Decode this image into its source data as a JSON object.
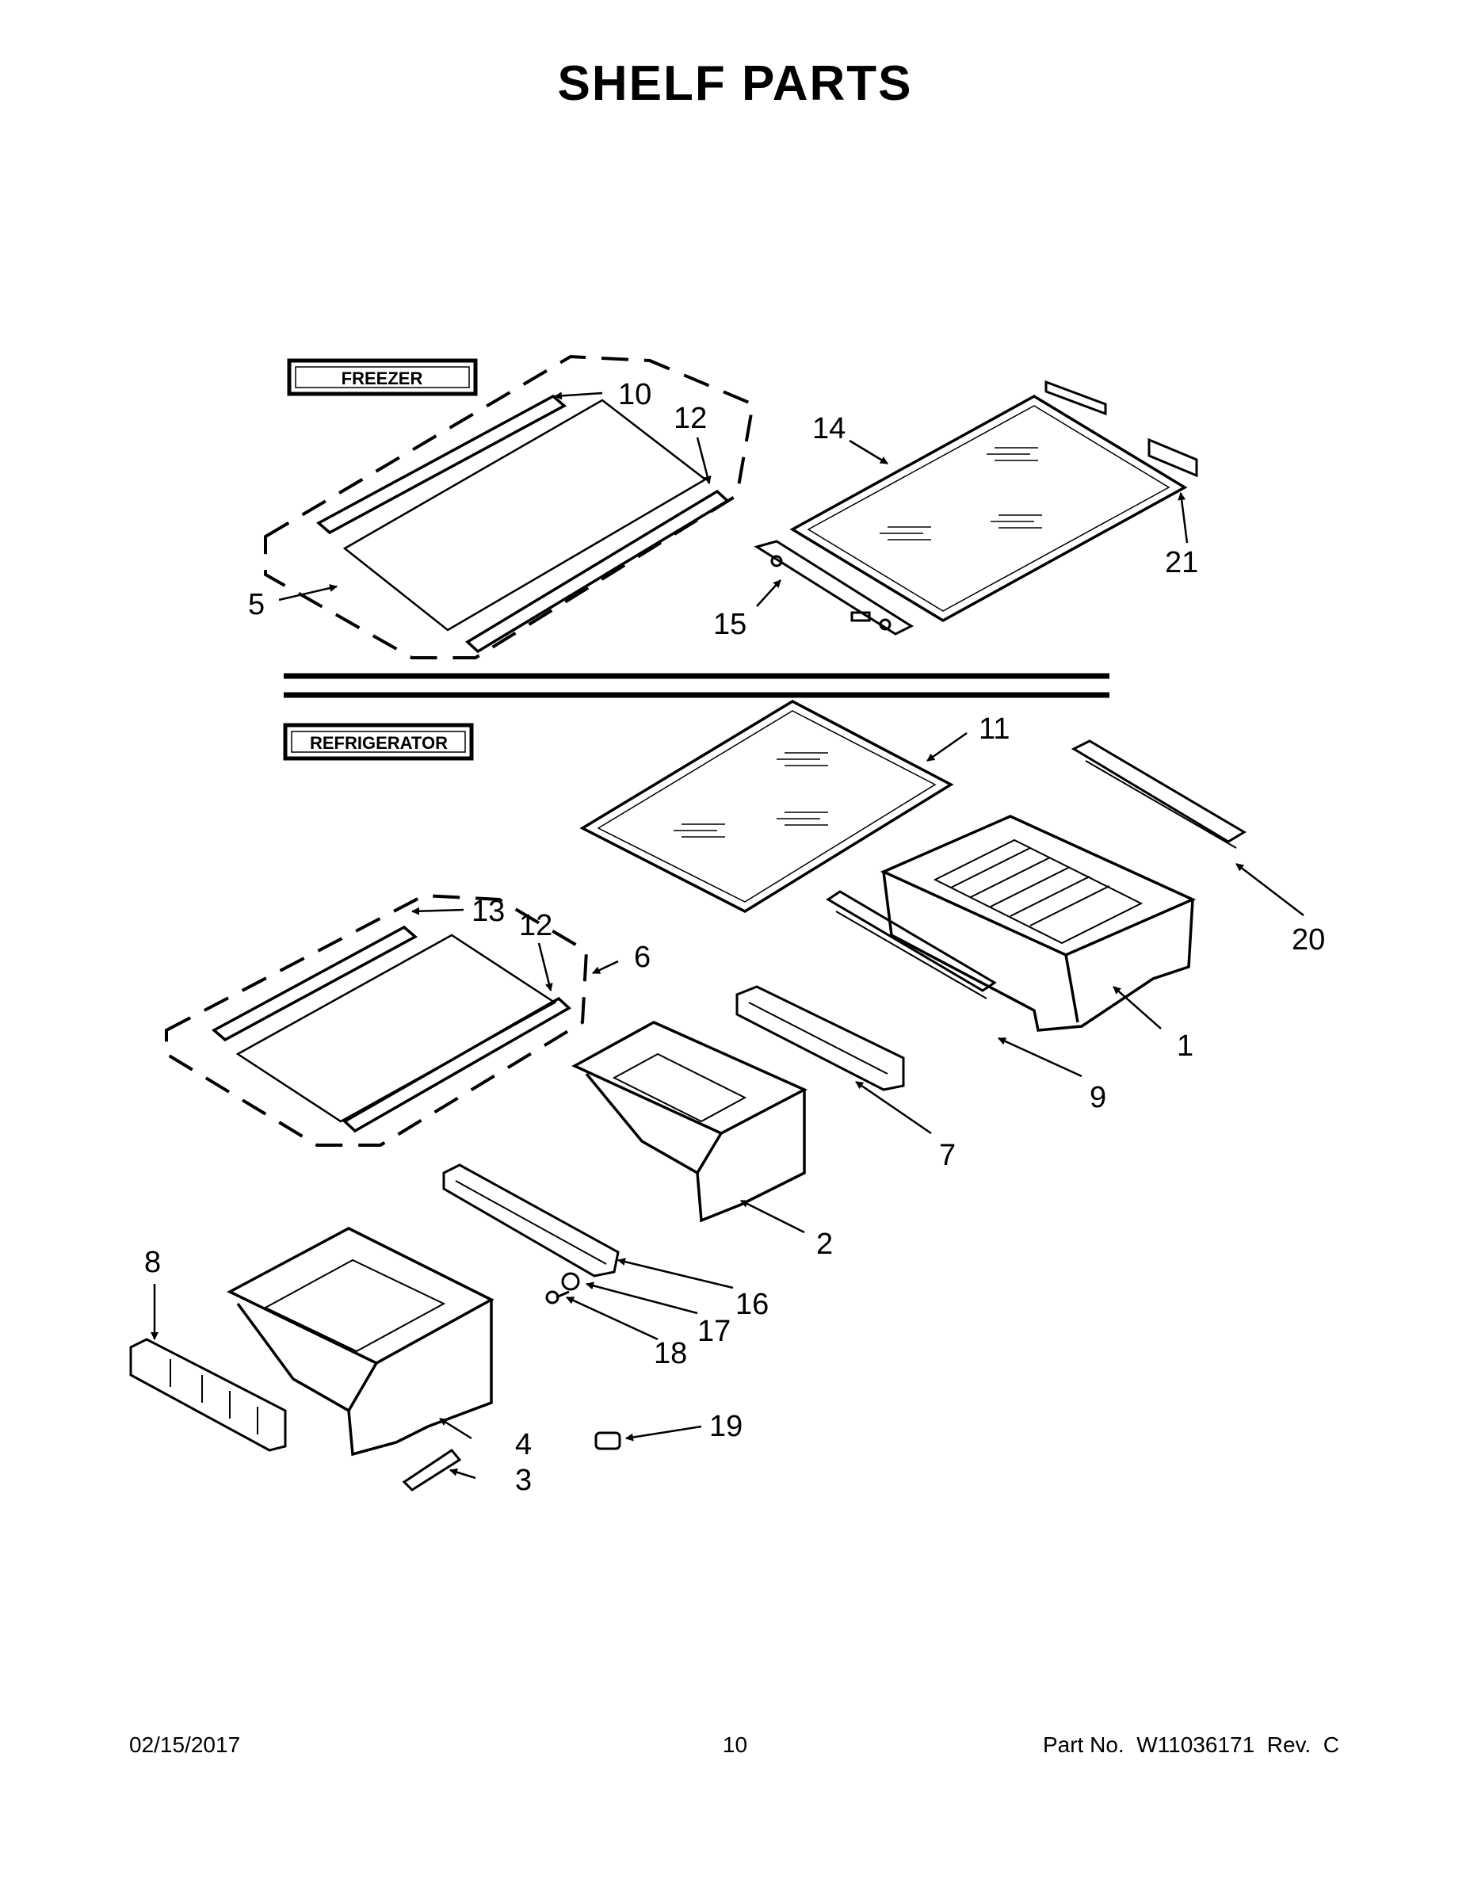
{
  "title": "SHELF PARTS",
  "sections": {
    "freezer": "FREEZER",
    "refrigerator": "REFRIGERATOR"
  },
  "callouts": {
    "c1": "1",
    "c2": "2",
    "c3": "3",
    "c4": "4",
    "c5": "5",
    "c6": "6",
    "c7": "7",
    "c8": "8",
    "c9": "9",
    "c10": "10",
    "c11": "11",
    "c12a": "12",
    "c12b": "12",
    "c13": "13",
    "c14": "14",
    "c15": "15",
    "c16": "16",
    "c17": "17",
    "c18": "18",
    "c19": "19",
    "c20": "20",
    "c21": "21"
  },
  "footer": {
    "date": "02/15/2017",
    "page": "10",
    "part": "Part No.  W11036171  Rev.  C"
  }
}
